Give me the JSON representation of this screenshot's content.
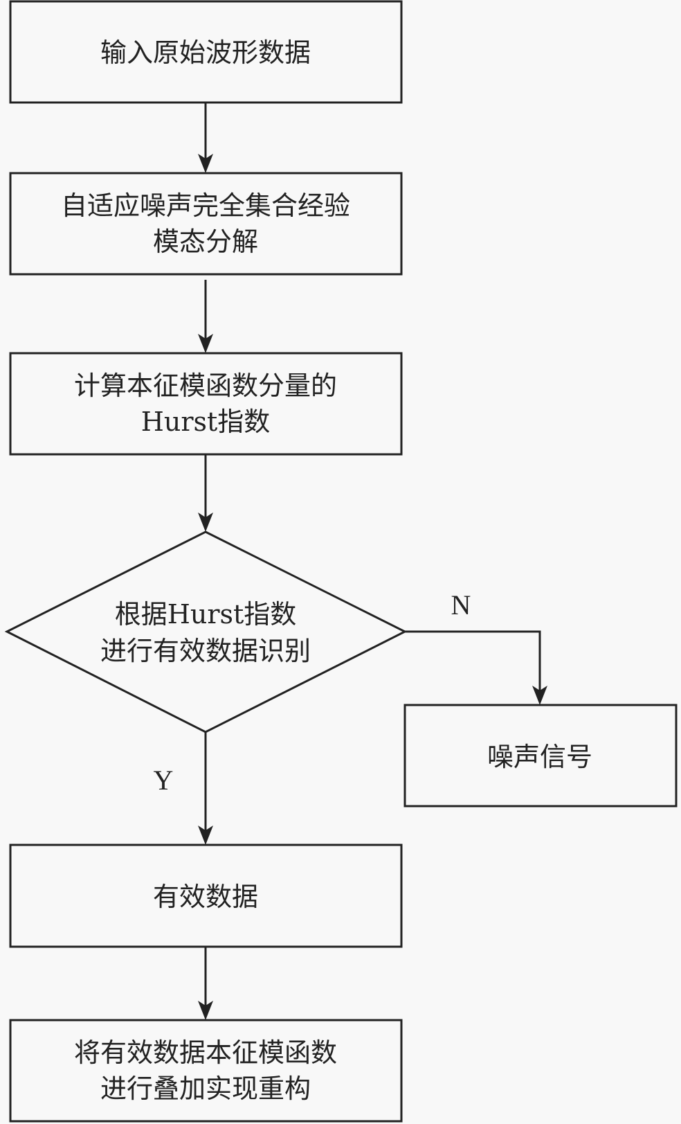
{
  "flowchart": {
    "nodes": {
      "input": {
        "type": "process",
        "lines": [
          "输入原始波形数据"
        ]
      },
      "ceemdan": {
        "type": "process",
        "lines": [
          "自适应噪声完全集合经验",
          "模态分解"
        ]
      },
      "hurst": {
        "type": "process",
        "lines": [
          "计算本征模函数分量的",
          "Hurst指数"
        ]
      },
      "decision": {
        "type": "decision",
        "lines": [
          "根据Hurst指数",
          "进行有效数据识别"
        ]
      },
      "noise": {
        "type": "process",
        "lines": [
          "噪声信号"
        ]
      },
      "valid": {
        "type": "process",
        "lines": [
          "有效数据"
        ]
      },
      "reconstruct": {
        "type": "process",
        "lines": [
          "将有效数据本征模函数",
          "进行叠加实现重构"
        ]
      }
    },
    "edges": [
      {
        "from": "input",
        "to": "ceemdan",
        "label": ""
      },
      {
        "from": "ceemdan",
        "to": "hurst",
        "label": ""
      },
      {
        "from": "hurst",
        "to": "decision",
        "label": ""
      },
      {
        "from": "decision",
        "to": "noise",
        "label": "N"
      },
      {
        "from": "decision",
        "to": "valid",
        "label": "Y"
      },
      {
        "from": "valid",
        "to": "reconstruct",
        "label": ""
      }
    ]
  }
}
